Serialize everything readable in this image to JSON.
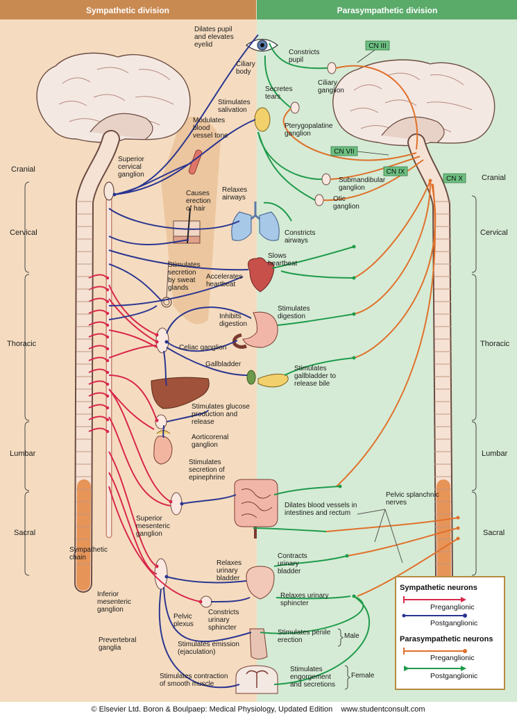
{
  "header": {
    "left_title": "Sympathetic division",
    "right_title": "Parasympathetic division",
    "left_color": "#c98a52",
    "right_color": "#5aaa6a"
  },
  "regions": {
    "left": [
      "Cranial",
      "Cervical",
      "Thoracic",
      "Lumbar",
      "Sacral"
    ],
    "right": [
      "Cranial",
      "Cervical",
      "Thoracic",
      "Lumbar",
      "Sacral"
    ]
  },
  "cranial_nerves": [
    "CN III",
    "CN VII",
    "CN IX",
    "CN X"
  ],
  "sympathetic_labels": {
    "dilates_pupil": [
      "Dilates pupil",
      "and elevates",
      "eyelid"
    ],
    "ciliary_body": [
      "Ciliary",
      "body"
    ],
    "stimulates_salivation": [
      "Stimulates",
      "salivation"
    ],
    "modulates_tone": [
      "Modulates",
      "blood",
      "vessel tone"
    ],
    "superior_cervical": [
      "Superior",
      "cervical",
      "ganglion"
    ],
    "causes_erection_hair": [
      "Causes",
      "erection",
      "of hair"
    ],
    "relaxes_airways": [
      "Relaxes",
      "airways"
    ],
    "sweat": [
      "Stimulates",
      "secretion",
      "by sweat",
      "glands"
    ],
    "accelerates_heartbeat": [
      "Accelerates",
      "heartbeat"
    ],
    "inhibits_digestion": [
      "Inhibits",
      "digestion"
    ],
    "celiac_ganglion": "Celiac ganglion",
    "gallbladder": "Gallbladder",
    "glucose": [
      "Stimulates glucose",
      "production and",
      "release"
    ],
    "aorticorenal": [
      "Aorticorenal",
      "ganglion"
    ],
    "epinephrine": [
      "Stimulates",
      "secretion of",
      "epinephrine"
    ],
    "superior_mesenteric": [
      "Superior",
      "mesenteric",
      "ganglion"
    ],
    "sympathetic_chain": [
      "Sympathetic",
      "chain"
    ],
    "relaxes_bladder": [
      "Relaxes",
      "urinary",
      "bladder"
    ],
    "inferior_mesenteric": [
      "Inferior",
      "mesenteric",
      "ganglion"
    ],
    "pelvic_plexus": [
      "Pelvic",
      "plexus"
    ],
    "constricts_sphincter": [
      "Constricts",
      "urinary",
      "sphincter"
    ],
    "prevertebral": [
      "Prevertebral",
      "ganglia"
    ],
    "emission": [
      "Stimulates emission",
      "(ejaculation)"
    ],
    "smooth_muscle": [
      "Stimulates contraction",
      "of smooth muscle"
    ]
  },
  "parasympathetic_labels": {
    "constricts_pupil": [
      "Constricts",
      "pupil"
    ],
    "ciliary_ganglion": [
      "Ciliary",
      "ganglion"
    ],
    "secretes_tears": [
      "Secretes",
      "tears"
    ],
    "pterygopalatine": [
      "Pterygopalatine",
      "ganglion"
    ],
    "submandibular": [
      "Submandibular",
      "ganglion"
    ],
    "otic": [
      "Otic",
      "ganglion"
    ],
    "constricts_airways": [
      "Constricts",
      "airways"
    ],
    "slows_heartbeat": [
      "Slows",
      "heartbeat"
    ],
    "stimulates_digestion": [
      "Stimulates",
      "digestion"
    ],
    "gallbladder_bile": [
      "Stimulates",
      "gallbladder to",
      "release bile"
    ],
    "dilates_vessels": [
      "Dilates blood vessels in",
      "intestines and rectum"
    ],
    "pelvic_splanchnic": [
      "Pelvic splanchnic",
      "nerves"
    ],
    "contracts_bladder": [
      "Contracts",
      "urinary",
      "bladder"
    ],
    "relaxes_sphincter": [
      "Relaxes urinary",
      "sphincter"
    ],
    "penile_erection": [
      "Stimulates penile",
      "erection"
    ],
    "male": "Male",
    "engorgement": [
      "Stimulates",
      "engorgement",
      "and secretions"
    ],
    "female": "Female"
  },
  "legend": {
    "symp_title": "Sympathetic neurons",
    "para_title": "Parasympathetic neurons",
    "pre": "Preganglionic",
    "post": "Postganglionic",
    "symp_pre_color": "#d8274a",
    "symp_post_color": "#2a3590",
    "para_pre_color": "#e0702a",
    "para_post_color": "#1e9a4a"
  },
  "footer": "© Elsevier Ltd. Boron & Boulpaep: Medical Physiology, Updated Edition    www.studentconsult.com"
}
